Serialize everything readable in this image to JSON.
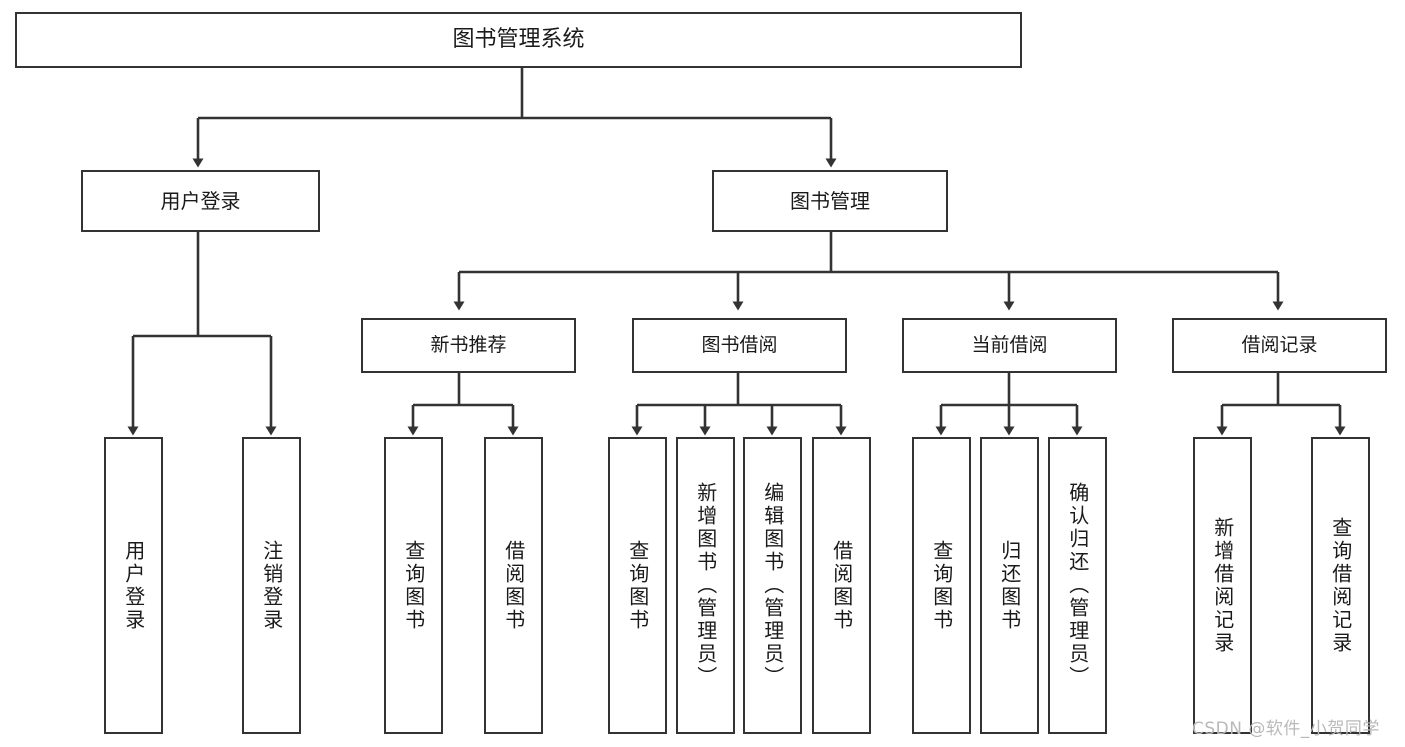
{
  "diagram": {
    "title": "图书管理系统",
    "type": "tree-hierarchy-functional-decomposition",
    "watermark": "CSDN @软件_小贺同学",
    "colors": {
      "box_border": "#333333",
      "box_fill": "#ffffff",
      "connector": "#333333",
      "text": "#1a1a1a",
      "watermark": "#b9b9b9"
    },
    "root": {
      "label": "图书管理系统"
    },
    "level2": [
      {
        "id": "user-login",
        "label": "用户登录"
      },
      {
        "id": "book-management",
        "label": "图书管理"
      }
    ],
    "level3": [
      {
        "id": "new-book-recommend",
        "label": "新书推荐"
      },
      {
        "id": "book-borrow",
        "label": "图书借阅"
      },
      {
        "id": "current-borrow",
        "label": "当前借阅"
      },
      {
        "id": "borrow-record",
        "label": "借阅记录"
      }
    ],
    "leaves": [
      {
        "id": "leaf-user-login",
        "label": "用户登录",
        "parent": "user-login"
      },
      {
        "id": "leaf-logout",
        "label": "注销登录",
        "parent": "user-login"
      },
      {
        "id": "leaf-query-book-1",
        "label": "查询图书",
        "parent": "new-book-recommend"
      },
      {
        "id": "leaf-borrow-book-1",
        "label": "借阅图书",
        "parent": "new-book-recommend"
      },
      {
        "id": "leaf-query-book-2",
        "label": "查询图书",
        "parent": "book-borrow"
      },
      {
        "id": "leaf-add-book",
        "label": "新增图书（管理员）",
        "parent": "book-borrow"
      },
      {
        "id": "leaf-edit-book",
        "label": "编辑图书（管理员）",
        "parent": "book-borrow"
      },
      {
        "id": "leaf-borrow-book-2",
        "label": "借阅图书",
        "parent": "book-borrow"
      },
      {
        "id": "leaf-query-book-3",
        "label": "查询图书",
        "parent": "current-borrow"
      },
      {
        "id": "leaf-return-book",
        "label": "归还图书",
        "parent": "current-borrow"
      },
      {
        "id": "leaf-confirm-return",
        "label": "确认归还（管理员）",
        "parent": "current-borrow"
      },
      {
        "id": "leaf-add-record",
        "label": "新增借阅记录",
        "parent": "borrow-record"
      },
      {
        "id": "leaf-query-record",
        "label": "查询借阅记录",
        "parent": "borrow-record"
      }
    ]
  }
}
